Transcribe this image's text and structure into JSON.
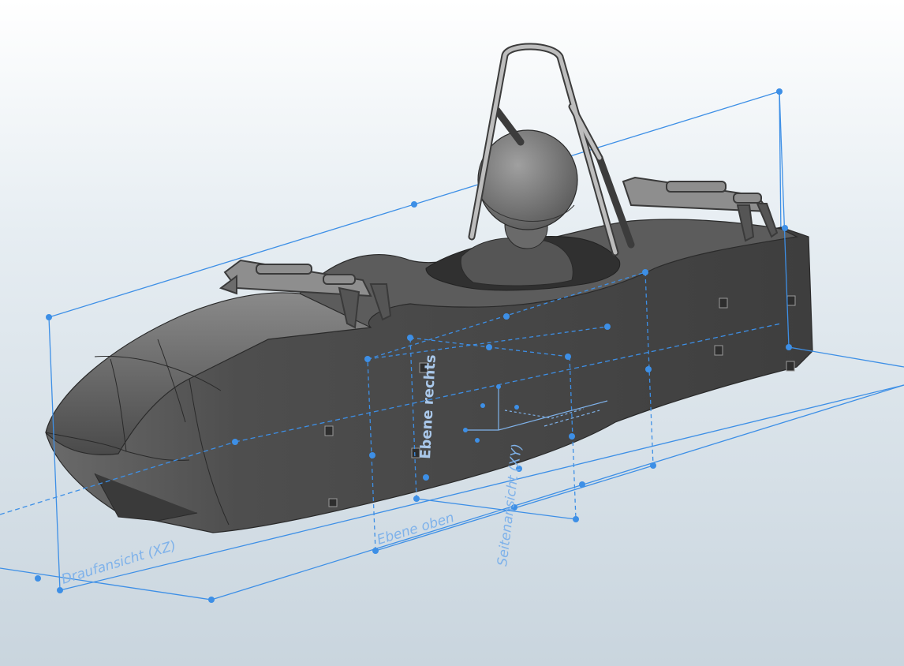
{
  "viewport": {
    "background_top": "#ffffff",
    "background_bottom": "#c9d5de",
    "model_color": "#4a4a4a",
    "plane_color": "#3d8fe6"
  },
  "planes": {
    "top_view": "Draufansicht (XZ)",
    "plane_top": "Ebene oben",
    "side_view": "Seitenansicht (XY)",
    "plane_right": "Ebene rechts"
  }
}
